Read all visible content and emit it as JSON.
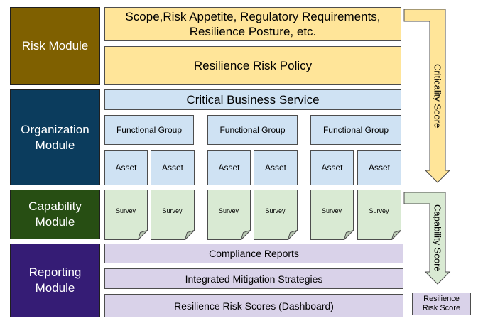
{
  "modules": {
    "risk": [
      "Risk Module"
    ],
    "organization": [
      "Organization",
      "Module"
    ],
    "capability": [
      "Capability",
      "Module"
    ],
    "reporting": [
      "Reporting",
      "Module"
    ]
  },
  "risk": {
    "scope": [
      "Scope,Risk Appetite, Regulatory Requirements,",
      "Resilience Posture, etc."
    ],
    "policy": "Resilience Risk Policy"
  },
  "organization": {
    "critical_service": "Critical Business Service",
    "functional_group": "Functional Group",
    "asset": "Asset"
  },
  "capability": {
    "survey": "Survey"
  },
  "reporting": {
    "compliance": "Compliance Reports",
    "mitigation": "Integrated Mitigation Strategies",
    "scores": "Resilience Risk Scores (Dashboard)"
  },
  "arrows": {
    "criticality": "Criticality Score",
    "capability": "Capability Score"
  },
  "output": [
    "Resilience",
    "Risk Score"
  ],
  "colors": {
    "risk_module": "#7f6000",
    "organization_module": "#0b3c5d",
    "capability_module": "#274e13",
    "reporting_module": "#351c75",
    "risk_fill": "#ffe599",
    "organization_fill": "#cfe2f3",
    "capability_fill": "#d9ead3",
    "reporting_fill": "#d9d2e9"
  }
}
